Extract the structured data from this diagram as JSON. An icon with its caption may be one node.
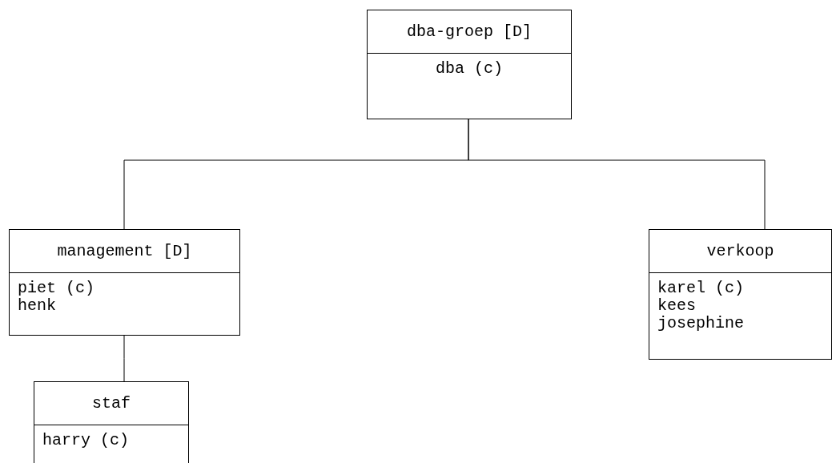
{
  "diagram": {
    "nodes": [
      {
        "text": [
          "dba-groep [D]",
          "dba (c)"
        ]
      },
      {
        "text": [
          "management [D]",
          "piet (c)",
          "henk"
        ]
      },
      {
        "text": [
          "verkoop",
          "karel (c)",
          "kees",
          "josephine"
        ]
      },
      {
        "text": [
          "staf",
          "harry (c)"
        ]
      }
    ],
    "edges": [
      {
        "from": 0,
        "to": 1,
        "arrow": "none"
      },
      {
        "from": 0,
        "to": 2,
        "arrow": "none"
      },
      {
        "from": 1,
        "to": 3,
        "arrow": "none"
      }
    ]
  }
}
